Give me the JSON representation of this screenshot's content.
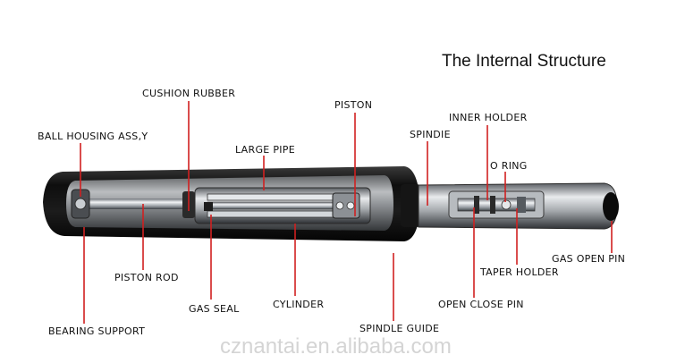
{
  "title": "The Internal Structure",
  "watermark": "cznantai.en.alibaba.com",
  "labels": {
    "cushion_rubber": "CUSHION RUBBER",
    "piston": "PISTON",
    "inner_holder": "INNER HOLDER",
    "ball_housing": "BALL HOUSING ASS,Y",
    "spindle": "SPINDIE",
    "large_pipe": "LARGE PIPE",
    "o_ring": "O RING",
    "gas_open_pin": "GAS OPEN PIN",
    "piston_rod": "PISTON ROD",
    "taper_holder": "TAPER HOLDER",
    "gas_seal": "GAS SEAL",
    "cylinder": "CYLINDER",
    "open_close_pin": "OPEN CLOSE PIN",
    "bearing_support": "BEARING SUPPORT",
    "spindle_guide": "SPINDLE GUIDE"
  },
  "colors": {
    "leader": "#d02020",
    "housing": "#1a1a1a",
    "steel": "#b9bcbf"
  }
}
